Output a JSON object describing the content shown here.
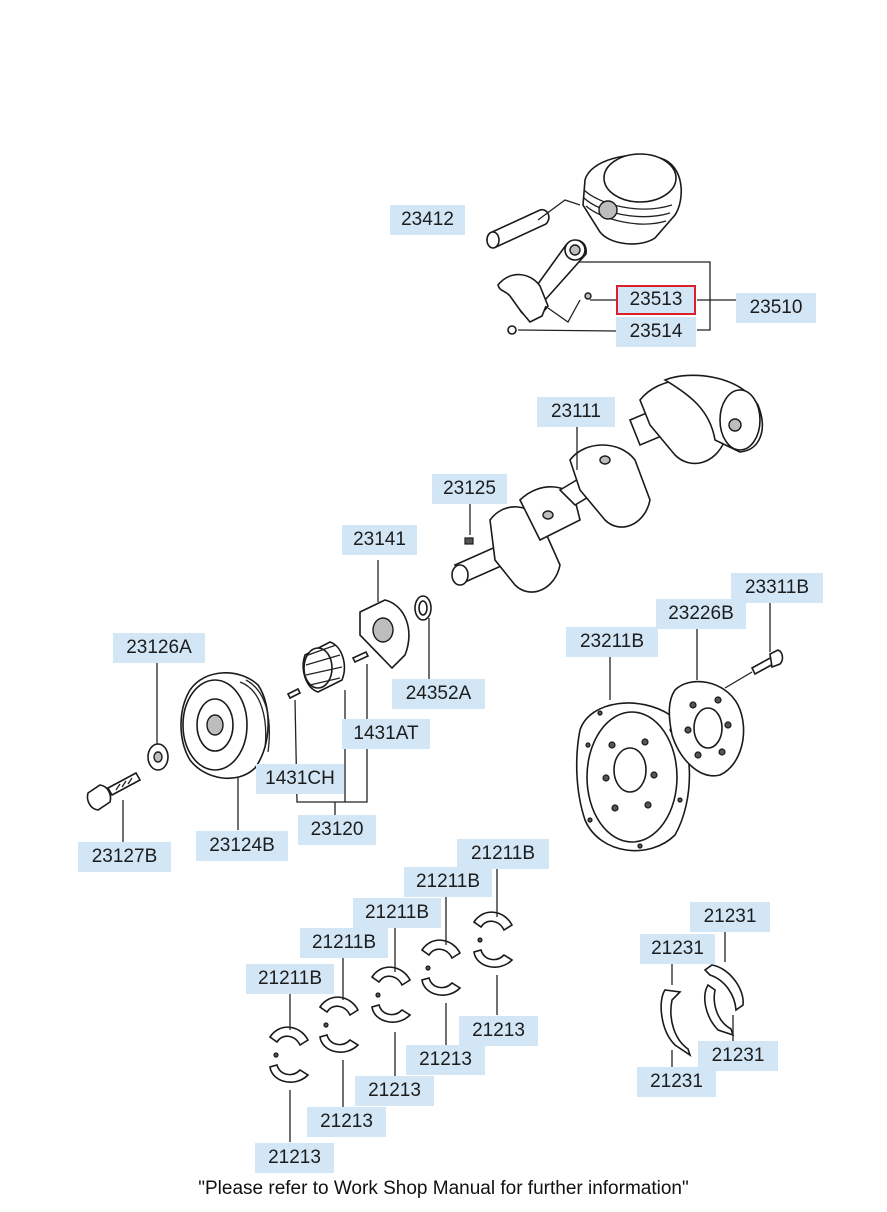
{
  "callouts": {
    "c23412": "23412",
    "c23513": "23513",
    "c23510": "23510",
    "c23514": "23514",
    "c23111": "23111",
    "c23125": "23125",
    "c23141": "23141",
    "c23311B": "23311B",
    "c23226B": "23226B",
    "c23211B": "23211B",
    "c23126A": "23126A",
    "c24352A": "24352A",
    "c1431AT": "1431AT",
    "c1431CH": "1431CH",
    "c23120": "23120",
    "c23127B": "23127B",
    "c23124B": "23124B",
    "c21211B_1": "21211B",
    "c21211B_2": "21211B",
    "c21211B_3": "21211B",
    "c21211B_4": "21211B",
    "c21211B_5": "21211B",
    "c21213_1": "21213",
    "c21213_2": "21213",
    "c21213_3": "21213",
    "c21213_4": "21213",
    "c21213_5": "21213",
    "c21231_1": "21231",
    "c21231_2": "21231",
    "c21231_3": "21231",
    "c21231_4": "21231"
  },
  "highlighted_part": "23513",
  "highlight_color": "#d9202a",
  "label_background": "#d2e6f6",
  "footer_note": "\"Please refer to Work Shop Manual for further information\""
}
